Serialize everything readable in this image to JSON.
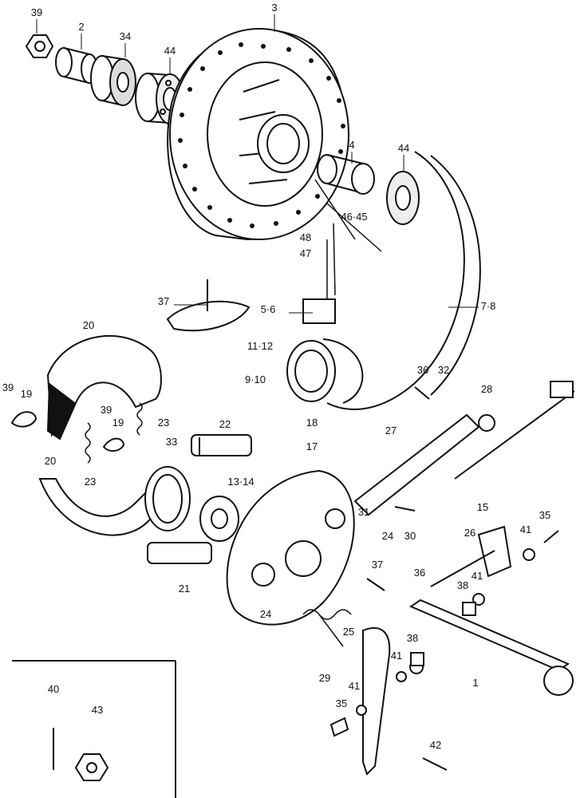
{
  "callouts": [
    {
      "text": "39"
    },
    {
      "text": "2"
    },
    {
      "text": "34"
    },
    {
      "text": "44"
    },
    {
      "text": "3"
    },
    {
      "text": "4"
    },
    {
      "text": "44"
    },
    {
      "text": "46·45"
    },
    {
      "text": "48"
    },
    {
      "text": "47"
    },
    {
      "text": "37"
    },
    {
      "text": "5·6"
    },
    {
      "text": "7·8"
    },
    {
      "text": "20"
    },
    {
      "text": "11·12"
    },
    {
      "text": "9·10"
    },
    {
      "text": "36"
    },
    {
      "text": "32"
    },
    {
      "text": "28"
    },
    {
      "text": "39"
    },
    {
      "text": "19"
    },
    {
      "text": "39"
    },
    {
      "text": "19"
    },
    {
      "text": "23"
    },
    {
      "text": "22"
    },
    {
      "text": "18"
    },
    {
      "text": "17"
    },
    {
      "text": "27"
    },
    {
      "text": "23"
    },
    {
      "text": "33"
    },
    {
      "text": "20"
    },
    {
      "text": "13·14"
    },
    {
      "text": "15"
    },
    {
      "text": "35"
    },
    {
      "text": "31"
    },
    {
      "text": "30"
    },
    {
      "text": "24"
    },
    {
      "text": "26"
    },
    {
      "text": "41"
    },
    {
      "text": "37"
    },
    {
      "text": "36"
    },
    {
      "text": "41"
    },
    {
      "text": "21"
    },
    {
      "text": "38"
    },
    {
      "text": "24"
    },
    {
      "text": "38"
    },
    {
      "text": "25"
    },
    {
      "text": "41"
    },
    {
      "text": "1"
    },
    {
      "text": "29"
    },
    {
      "text": "41"
    },
    {
      "text": "40"
    },
    {
      "text": "43"
    },
    {
      "text": "35"
    },
    {
      "text": "42"
    }
  ]
}
